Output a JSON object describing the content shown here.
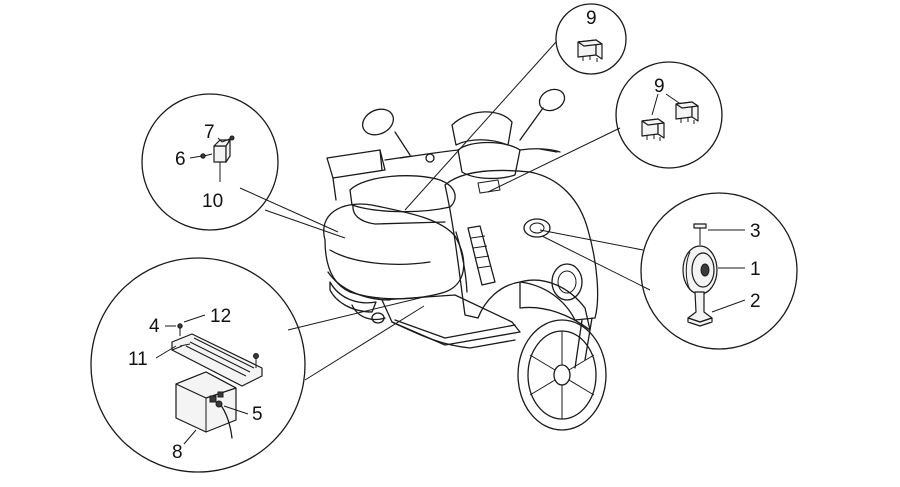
{
  "labels": {
    "relay_top": "9",
    "relay_right": "9",
    "horn": "1",
    "horn_bracket": "2",
    "horn_screw": "3",
    "battery_washer": "4",
    "battery_cable": "5",
    "module_screw": "6",
    "module_bolt": "7",
    "battery": "8",
    "module": "10",
    "battery_support": "11",
    "battery_nut": "12"
  }
}
